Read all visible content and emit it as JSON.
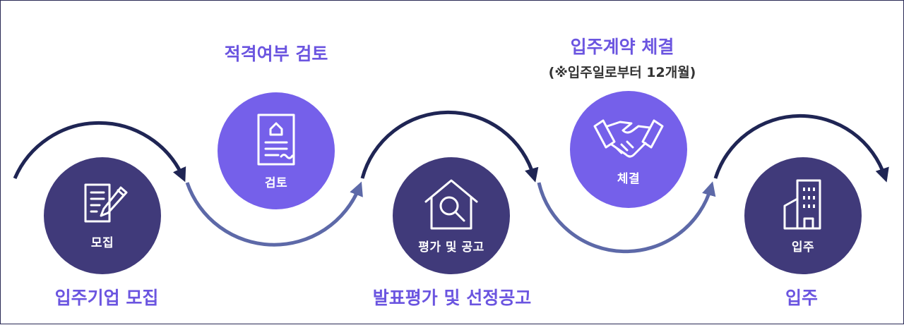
{
  "steps": [
    {
      "circle_label": "모집",
      "title": "입주기업 모집",
      "icon": "document-pen-icon"
    },
    {
      "circle_label": "검토",
      "title": "적격여부 검토",
      "icon": "document-house-icon"
    },
    {
      "circle_label": "평가 및 공고",
      "title": "발표평가 및 선정공고",
      "icon": "house-search-icon"
    },
    {
      "circle_label": "체결",
      "title": "입주계약 체결",
      "subtitle": "(※입주일로부터 12개월)",
      "icon": "handshake-icon"
    },
    {
      "circle_label": "입주",
      "title": "입주",
      "icon": "building-icon"
    }
  ],
  "colors": {
    "dark_circle": "#403a7a",
    "light_circle": "#7560ea",
    "title": "#6b55e0",
    "arc_dark": "#1f2554",
    "arc_light": "#5d69a8"
  }
}
